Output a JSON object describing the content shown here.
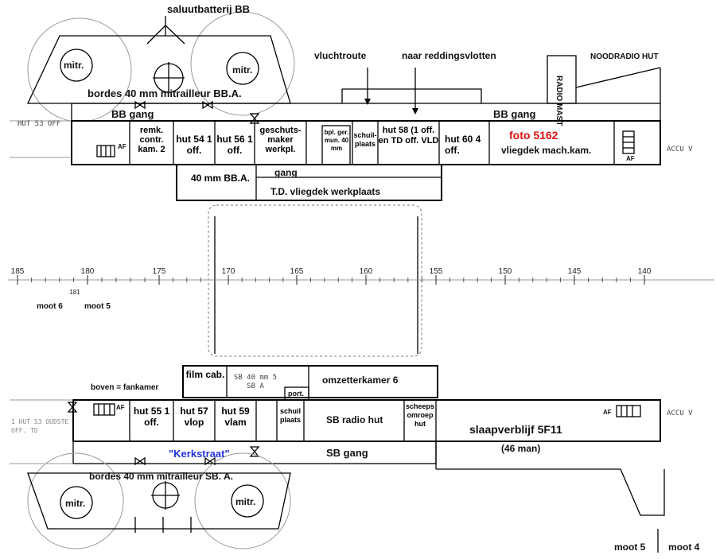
{
  "colors": {
    "line": "#000000",
    "photo_label": "#dd1111",
    "street_label": "#2233dd",
    "faint": "#999999"
  },
  "top": {
    "salute_battery": "saluutbatterij BB",
    "escape_route": "vluchtroute",
    "to_rafts": "naar reddingsvlotten",
    "emergency_radio": "NOODRADIO HUT",
    "radio_mast": "RADIO MAST",
    "gun_platform": "bordes 40 mm mitrailleur BB.A.",
    "gang_left": "BB gang",
    "gang_right": "BB gang",
    "photo": "foto  5162",
    "gun_left": "mitr.",
    "gun_right": "mitr.",
    "rooms": {
      "remk": "remk. contr. kam. 2",
      "hut54": "hut 54 1 off.",
      "hut56": "hut 56 1 off.",
      "gunsmith": "geschuts- maker werkpl.",
      "bpl": "bpl. ger. mun. 40 mm",
      "shelter": "schuil- plaats",
      "hut58": "hut 58 (1 off. en TD off. VLD",
      "hut60": "hut 60 4 off.",
      "flightdeck_machine": "vliegdek mach.kam.",
      "gang_small": "gang",
      "gun40": "40 mm BB.A.",
      "workshop": "T.D. vliegdek werkplaats"
    },
    "hand_notes": {
      "left": "HUT 53 OFF",
      "right": "ACCU V"
    }
  },
  "scale": {
    "ticks": [
      "185",
      "180",
      "175",
      "170",
      "165",
      "160",
      "155",
      "150",
      "145",
      "140"
    ],
    "sub_tick": "181",
    "section_left": [
      "moot 6",
      "moot 5"
    ]
  },
  "bottom": {
    "fan_room_above": "boven = fankamer",
    "street": "\"Kerkstraat\"",
    "gang": "SB gang",
    "gun_platform": "bordes 40 mm mitrailleur SB. A.",
    "gun_left": "mitr.",
    "gun_right": "mitr.",
    "rooms": {
      "film": "film cab.",
      "gun40": "SB 40 mm 5 SB A",
      "converter": "omzetterkamer 6",
      "port": "port.",
      "hut55": "hut 55 1 off.",
      "hut57": "hut 57 vlop",
      "hut59": "hut 59 vlam",
      "shelter": "schuil plaats",
      "radio": "SB radio hut",
      "pa": "scheeps omroep hut",
      "berth": "slaapverblijf 5F11",
      "berth_count": "(46 man)"
    },
    "hand_notes": {
      "left": "1 HUT 53 OUDSTE OFF. TD",
      "right": "ACCU V"
    },
    "section_right": [
      "moot 5",
      "moot 4"
    ]
  },
  "af_labels": [
    "AF",
    "AF",
    "AF",
    "AF"
  ]
}
